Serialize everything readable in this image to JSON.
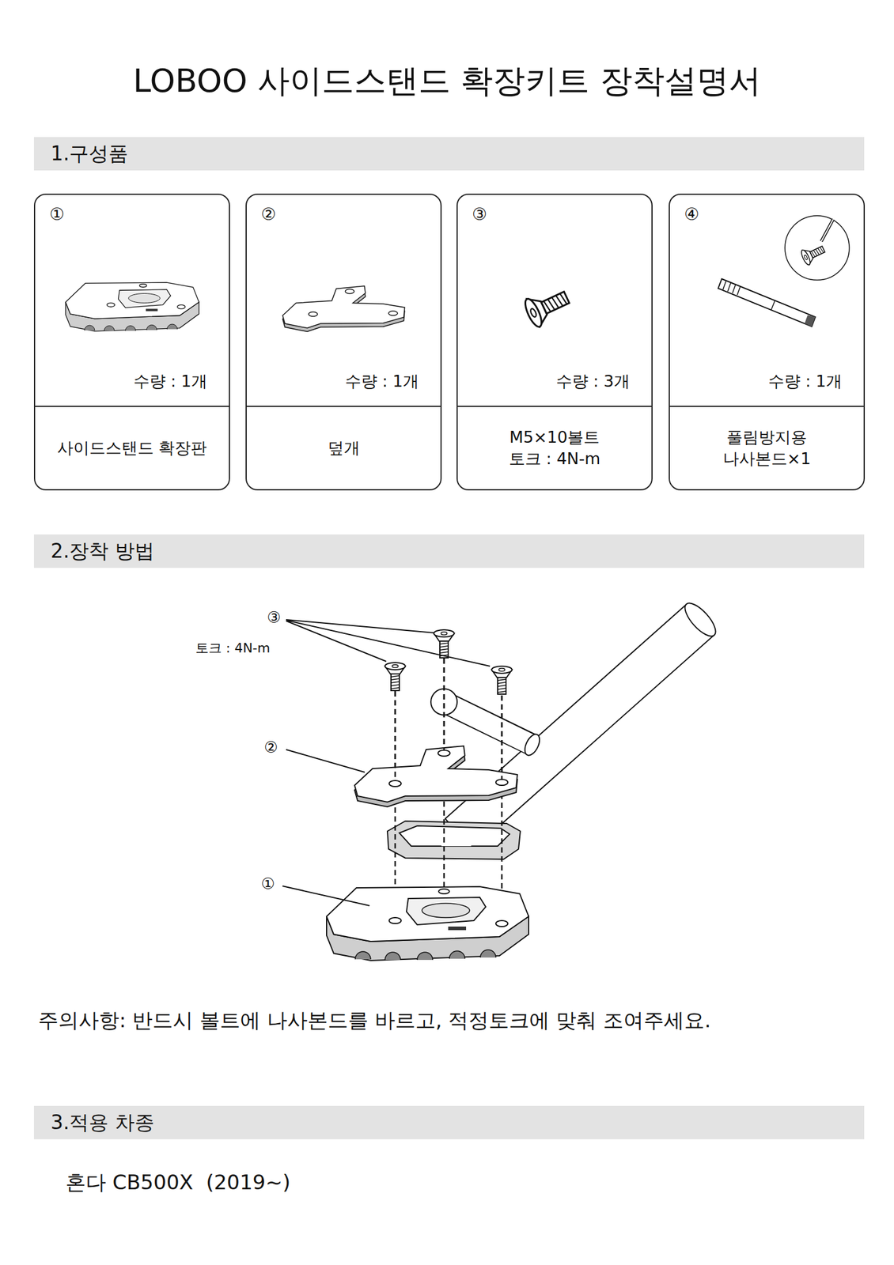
{
  "diagram": {
    "title": "LOBOO 사이드스탠드 확장키트 장착설명서",
    "nodes": [
      {
        "text": [
          "1.구성품"
        ]
      },
      {
        "text": [
          "①",
          "수량 : 1개",
          "사이드스탠드 확장판"
        ]
      },
      {
        "text": [
          "②",
          "수량 : 1개",
          "덮개"
        ]
      },
      {
        "text": [
          "③",
          "수량 : 3개",
          "M5×10볼트 토크 : 4N-m"
        ]
      },
      {
        "text": [
          "④",
          "수량 : 1개",
          "풀림방지용 나사본드×1"
        ]
      },
      {
        "text": [
          "2.장착 방법"
        ]
      },
      {
        "text": [
          "3.적용 차종"
        ]
      }
    ],
    "labels": [
      "③",
      "토크 : 4N-m",
      "②",
      "①",
      "주의사항: 반드시 볼트에 나사본드를 바르고, 적정토크에 맞춰 조여주세요.",
      "혼다 CB500X  (2019~)"
    ]
  }
}
